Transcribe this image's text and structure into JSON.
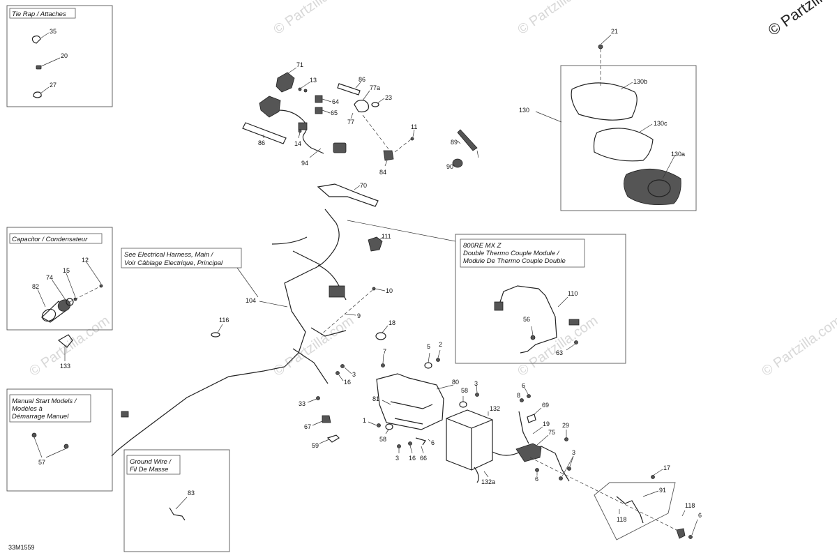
{
  "copyright": "© Partzilla",
  "watermark_text": "© Partzilla.com",
  "diagram_code": "33M1559",
  "boxes": {
    "tie_rap": {
      "title": "Tie Rap / Attaches"
    },
    "capacitor": {
      "title": "Capacitor / Condensateur"
    },
    "manual_start": {
      "title_lines": [
        "Manual Start Models /",
        "Modèles à",
        "Démarrage Manuel"
      ]
    },
    "ground_wire": {
      "title_lines": [
        "Ground Wire /",
        "Fil De Masse"
      ]
    },
    "thermo": {
      "title_lines": [
        "800RE MX Z",
        "Double Thermo Couple Module /",
        "Module De Thermo Couple Double"
      ]
    },
    "harness_note": {
      "title_lines": [
        "See Electrical Harness, Main /",
        "Voir Câblage Electrique, Principal"
      ]
    }
  },
  "callouts": {
    "c35": "35",
    "c20": "20",
    "c27": "27",
    "c12": "12",
    "c15": "15",
    "c74": "74",
    "c82": "82",
    "c133": "133",
    "c57": "57",
    "c83": "83",
    "c71": "71",
    "c13": "13",
    "c64": "64",
    "c65": "65",
    "c86a": "86",
    "c14": "14",
    "c94": "94",
    "c86b": "86",
    "c77a": "77a",
    "c23": "23",
    "c77": "77",
    "c11": "11",
    "c84": "84",
    "c89": "89",
    "c90": "90",
    "c21": "21",
    "c130": "130",
    "c130b": "130b",
    "c130c": "130c",
    "c130a": "130a",
    "c70": "70",
    "c111": "111",
    "c104": "104",
    "c10": "10",
    "c9": "9",
    "c116": "116",
    "c18": "18",
    "c110": "110",
    "c56": "56",
    "c63": "63",
    "c7": "7",
    "c5": "5",
    "c2": "2",
    "c3a": "3",
    "c16a": "16",
    "c80": "80",
    "c3b": "3",
    "c58a": "58",
    "c81": "81",
    "c33": "33",
    "c67": "67",
    "c59": "59",
    "c1": "1",
    "c58b": "58",
    "c3c": "3",
    "c16b": "16",
    "c66": "66",
    "c6a": "6",
    "c132": "132",
    "c132a": "132a",
    "c6b": "6",
    "c8": "8",
    "c69": "69",
    "c19": "19",
    "c75": "75",
    "c29": "29",
    "c3d": "3",
    "c6c": "6",
    "c17": "17",
    "c91": "91",
    "c118a": "118",
    "c118b": "118",
    "c6d": "6"
  }
}
